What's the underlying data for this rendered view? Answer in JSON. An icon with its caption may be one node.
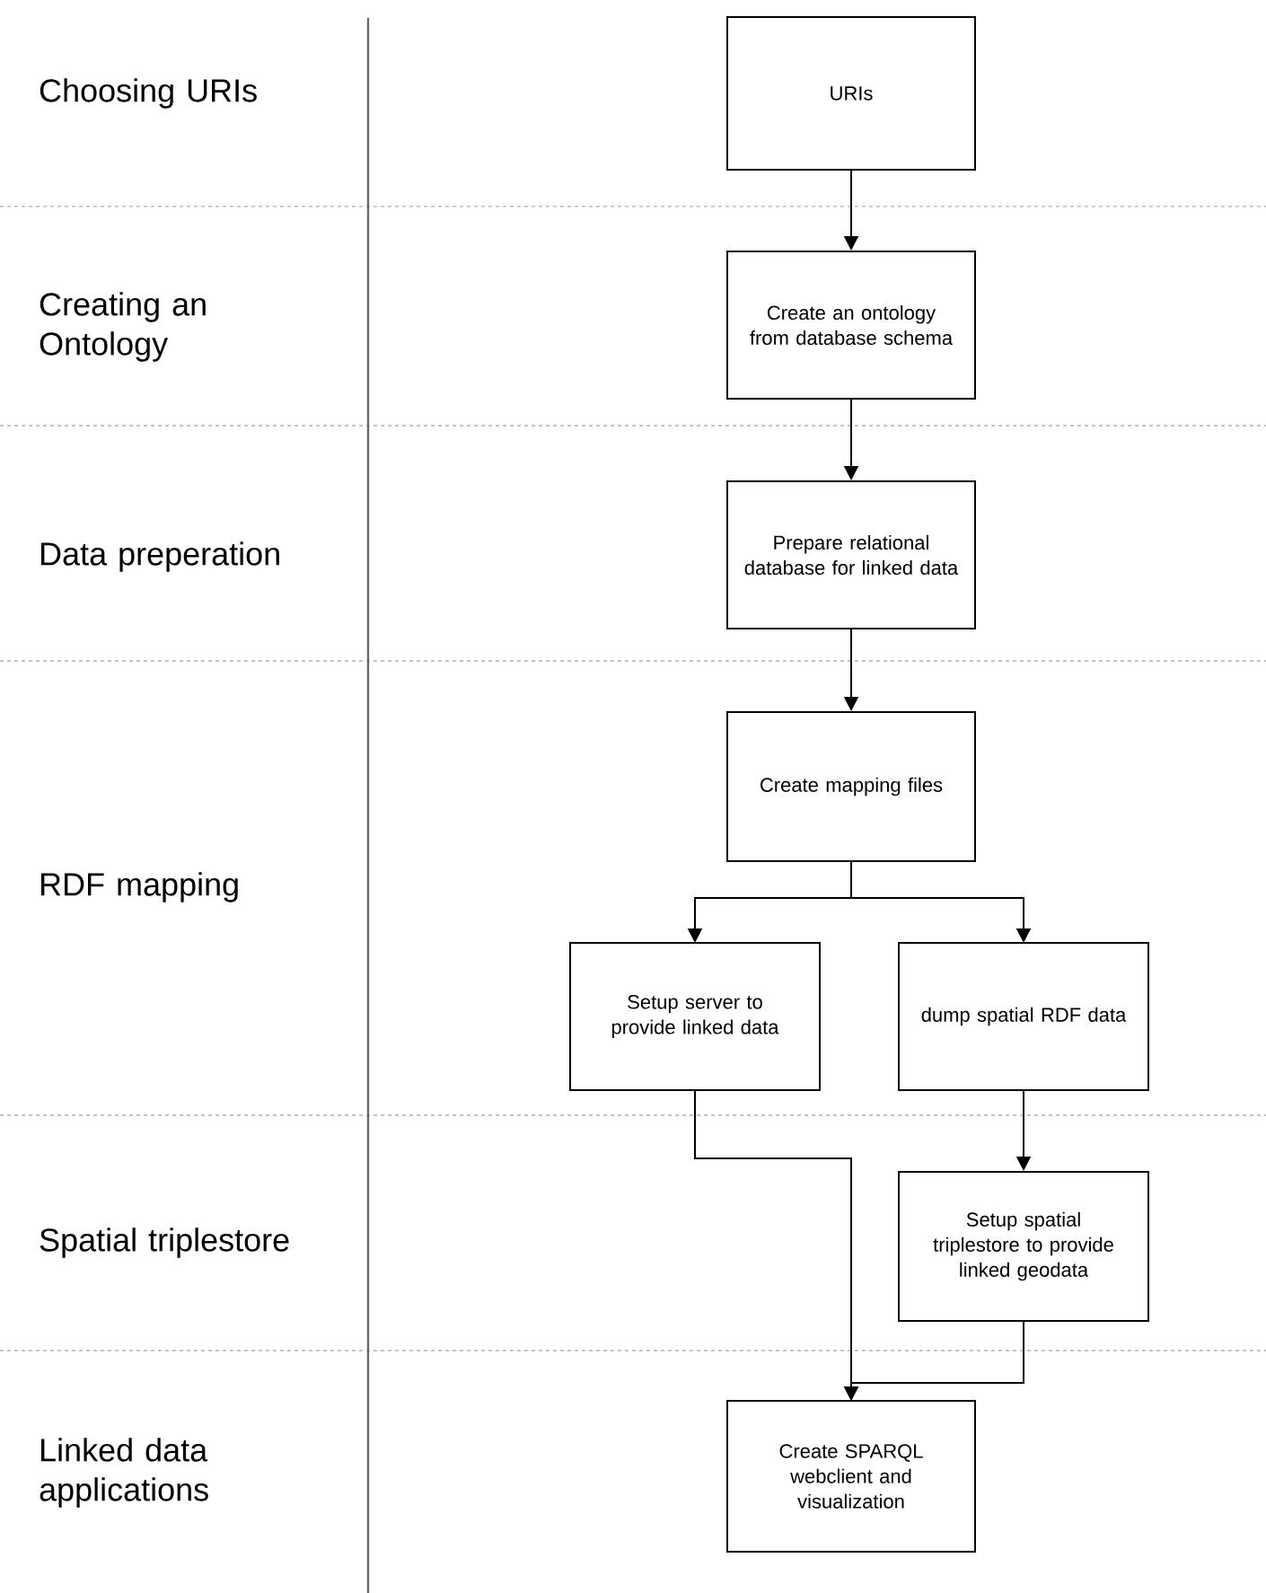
{
  "diagram": {
    "nodes": [
      {
        "text": [
          "URIs"
        ]
      },
      {
        "text": [
          "Create an ontology from database schema"
        ]
      },
      {
        "text": [
          "Prepare relational database for linked data"
        ]
      },
      {
        "text": [
          "Create mapping files"
        ]
      },
      {
        "text": [
          "Setup server to provide linked data"
        ]
      },
      {
        "text": [
          "dump spatial RDF data"
        ]
      },
      {
        "text": [
          "Setup spatial triplestore to provide linked geodata"
        ]
      },
      {
        "text": [
          "Create SPARQL webclient and visualization"
        ]
      }
    ],
    "edges": [
      {
        "from": 0,
        "to": 1,
        "arrow": "to"
      },
      {
        "from": 1,
        "to": 2,
        "arrow": "to"
      },
      {
        "from": 2,
        "to": 3,
        "arrow": "to"
      },
      {
        "from": 3,
        "to": 4,
        "arrow": "to"
      },
      {
        "from": 3,
        "to": 5,
        "arrow": "to"
      },
      {
        "from": 5,
        "to": 6,
        "arrow": "to"
      },
      {
        "from": 4,
        "to": 7,
        "arrow": "to"
      },
      {
        "from": 6,
        "to": 7,
        "arrow": "to"
      }
    ],
    "labels": [
      "Choosing URIs",
      "Creating an Ontology",
      "Data preperation",
      "RDF mapping",
      "Spatial triplestore",
      "Linked data applications"
    ]
  }
}
